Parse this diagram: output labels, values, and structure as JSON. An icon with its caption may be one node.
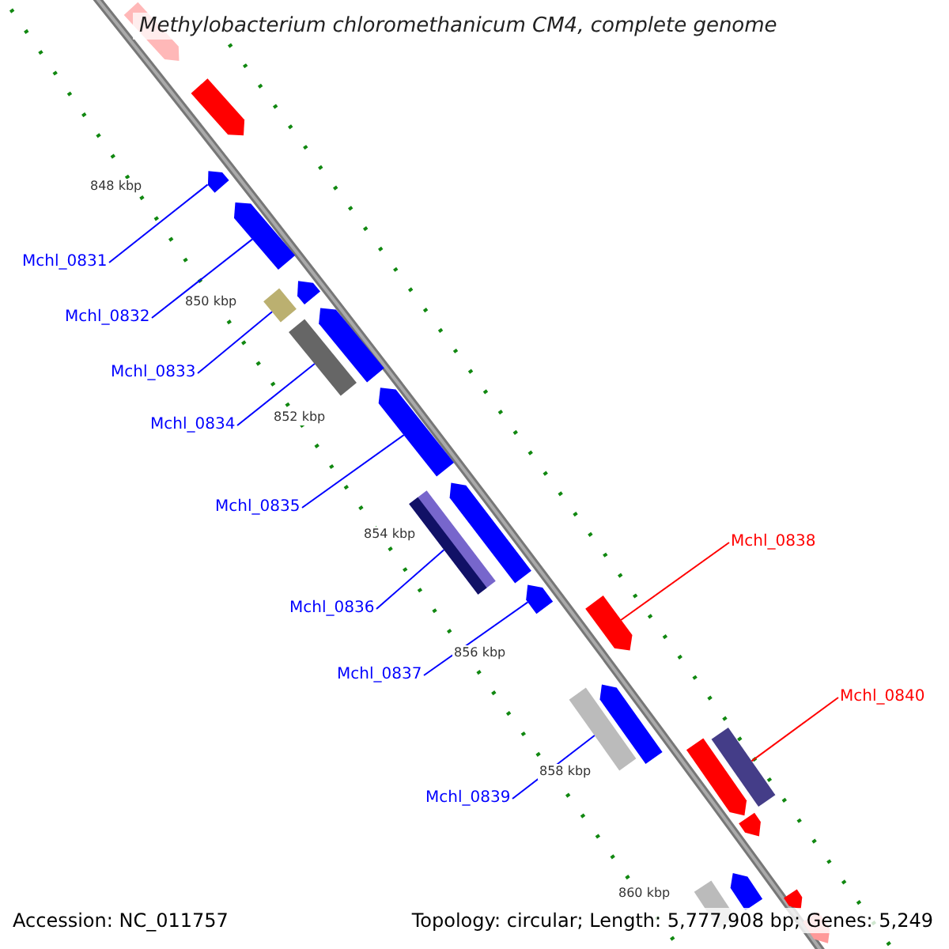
{
  "diagram": {
    "title": "Methylobacterium chloromethanicum CM4, complete genome",
    "nodes": [
      {
        "text": [
          "Mchl_0831"
        ]
      },
      {
        "text": [
          "Mchl_0832"
        ]
      },
      {
        "text": [
          "Mchl_0833"
        ]
      },
      {
        "text": [
          "Mchl_0834"
        ]
      },
      {
        "text": [
          "Mchl_0835"
        ]
      },
      {
        "text": [
          "Mchl_0838"
        ]
      },
      {
        "text": [
          "Mchl_0836"
        ]
      },
      {
        "text": [
          "Mchl_0837"
        ]
      },
      {
        "text": [
          "Mchl_0840"
        ]
      },
      {
        "text": [
          "Mchl_0839"
        ]
      },
      {
        "text": [],
        "shape": "bar"
      },
      {
        "text": [],
        "shape": "bar"
      },
      {
        "text": [],
        "shape": "bar"
      },
      {
        "text": [],
        "shape": "bar"
      },
      {
        "text": [],
        "shape": "bar"
      },
      {
        "text": [],
        "shape": "bar"
      },
      {
        "text": [],
        "shape": "bar"
      },
      {
        "text": [],
        "shape": "bar"
      },
      {
        "text": [],
        "shape": "bar"
      },
      {
        "text": [],
        "shape": "bar"
      },
      {
        "text": [],
        "shape": "bar"
      },
      {
        "text": [],
        "shape": "bar"
      },
      {
        "text": [],
        "shape": "bar"
      },
      {
        "text": [],
        "shape": "bar"
      },
      {
        "text": [],
        "shape": "bar"
      },
      {
        "text": [],
        "shape": "bar"
      },
      {
        "text": [],
        "shape": "bar"
      },
      {
        "text": [],
        "shape": "bar"
      },
      {
        "text": [],
        "shape": "bar"
      },
      {
        "text": [],
        "shape": "bar"
      },
      {
        "text": [],
        "shape": "bar"
      },
      {
        "text": [],
        "shape": "bar"
      }
    ],
    "edges": [
      {
        "from": 0,
        "to": 12,
        "arrow": "none"
      },
      {
        "from": 1,
        "to": 13,
        "arrow": "none"
      },
      {
        "from": 2,
        "to": 15,
        "arrow": "none"
      },
      {
        "from": 3,
        "to": 17,
        "arrow": "none"
      },
      {
        "from": 4,
        "to": 18,
        "arrow": "none"
      },
      {
        "from": 5,
        "to": 22,
        "arrow": "none",
        "color": "#ff0000"
      },
      {
        "from": 6,
        "to": 20,
        "arrow": "none"
      },
      {
        "from": 7,
        "to": 21,
        "arrow": "none"
      },
      {
        "from": 8,
        "to": 25,
        "arrow": "none",
        "color": "#ff0000"
      },
      {
        "from": 9,
        "to": 24,
        "arrow": "none"
      }
    ],
    "labels": [
      "848 kbp",
      "850 kbp",
      "852 kbp",
      "854 kbp",
      "856 kbp",
      "858 kbp",
      "860 kbp",
      "Accession: NC_011757",
      "Topology: circular; Length: 5,777,908 bp; Genes: 5,249"
    ]
  }
}
